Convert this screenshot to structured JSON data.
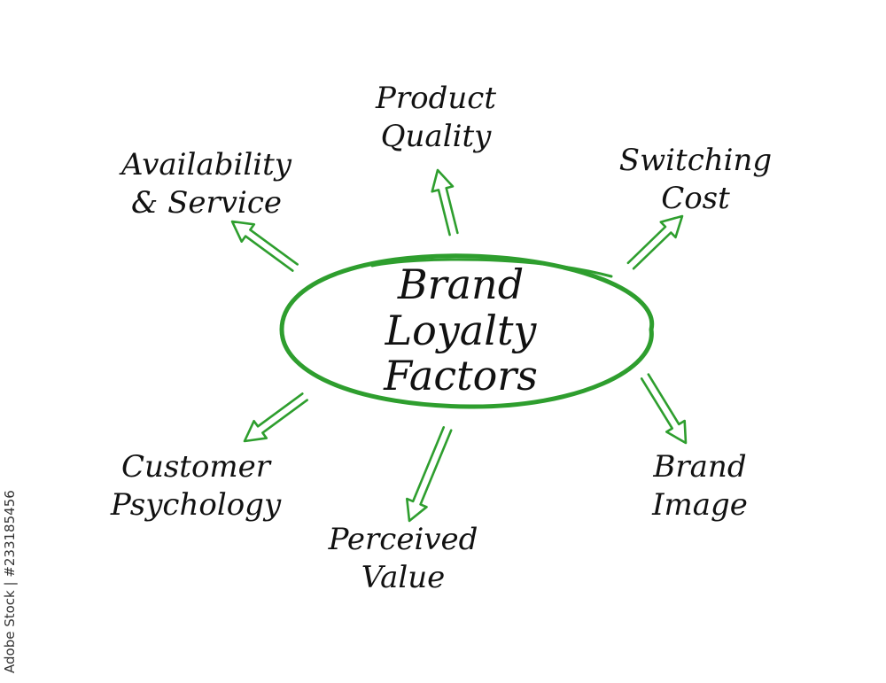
{
  "diagram": {
    "center": {
      "lines": [
        "Brand",
        "Loyalty",
        "Factors"
      ]
    },
    "factors": {
      "product_quality": {
        "lines": [
          "Product",
          "Quality"
        ]
      },
      "availability_service": {
        "lines": [
          "Availability",
          "& Service"
        ]
      },
      "switching_cost": {
        "lines": [
          "Switching",
          "Cost"
        ]
      },
      "customer_psychology": {
        "lines": [
          "Customer",
          "Psychology"
        ]
      },
      "perceived_value": {
        "lines": [
          "Perceived",
          "Value"
        ]
      },
      "brand_image": {
        "lines": [
          "Brand",
          "Image"
        ]
      }
    },
    "accent_color": "#2e9e2e",
    "text_color": "#111111"
  },
  "watermark": {
    "text": "Adobe Stock | #233185456"
  }
}
